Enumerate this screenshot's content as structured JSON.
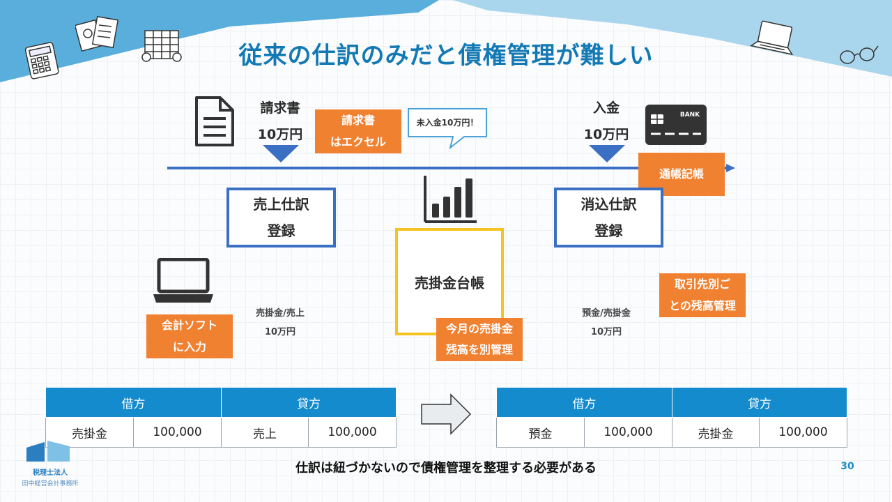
{
  "title": "従来の仕訳のみだと債権管理が難しい",
  "timeline": {
    "invoice_label": "請求書",
    "invoice_amount": "10万円",
    "excel_note": "請求書\nはエクセル",
    "callout": "未入金10万円！",
    "payment_label": "入金",
    "payment_amount": "10万円",
    "bank_text": "BANK",
    "passbook": "通帳記帳"
  },
  "boxes": {
    "sales_entry": "売上仕訳\n登録",
    "clearing_entry": "消込仕訳\n登録",
    "ledger": "売掛金台帳",
    "ledger_note": "今月の売掛金\n残高を別管理",
    "software_note": "会計ソフト\nに入力",
    "partner_note": "取引先別ご\nとの残高管理"
  },
  "entries": {
    "left_accounts": "売掛金/売上",
    "left_amount": "10万円",
    "right_accounts": "預金/売掛金",
    "right_amount": "10万円"
  },
  "journal_left": {
    "debit_header": "借方",
    "credit_header": "貸方",
    "debit_account": "売掛金",
    "debit_amount": "100,000",
    "credit_account": "売上",
    "credit_amount": "100,000"
  },
  "journal_right": {
    "debit_header": "借方",
    "credit_header": "貸方",
    "debit_account": "預金",
    "debit_amount": "100,000",
    "credit_account": "売掛金",
    "credit_amount": "100,000"
  },
  "footer": {
    "message": "仕訳は紐づかないので債権管理を整理する必要がある",
    "page_number": "30",
    "firm_line1": "税理士法人",
    "firm_line2": "田中経営会計事務所"
  },
  "colors": {
    "title": "#1279b4",
    "orange": "#f08131",
    "blue_border": "#3a6fc4",
    "yellow_border": "#f5c322",
    "table_header": "#148bcc"
  },
  "icons": [
    "calculator-icon",
    "documents-icon",
    "building-icon",
    "laptop-icon",
    "glasses-icon",
    "document-icon",
    "bank-card-icon",
    "computer-icon",
    "bar-chart-icon",
    "right-arrow-icon"
  ]
}
